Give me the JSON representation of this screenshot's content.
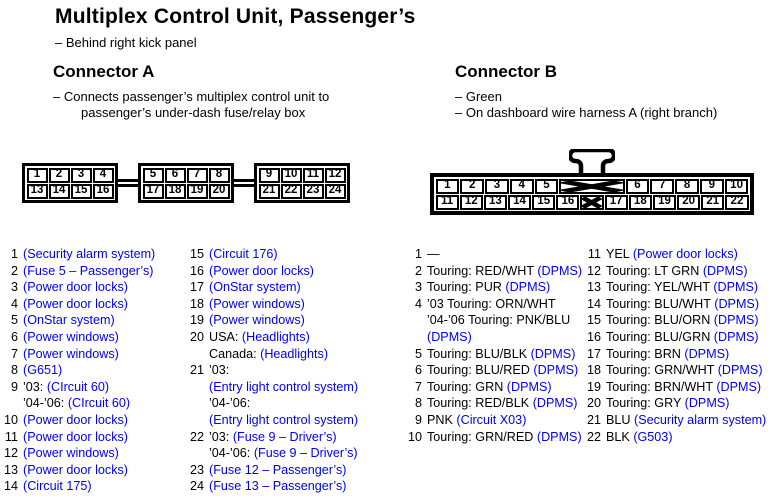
{
  "title": "Multiplex Control Unit, Passenger’s",
  "location_note": "– Behind right kick panel",
  "colors": {
    "link_blue": "#0000EE",
    "text": "#000000",
    "background": "#FFFFFF"
  },
  "connector_a": {
    "heading": "Connector A",
    "notes": [
      "– Connects passenger’s multiplex control unit to",
      "passenger’s under-dash fuse/relay box"
    ],
    "diagram": {
      "blocks": [
        {
          "top": [
            "1",
            "2",
            "3",
            "4"
          ],
          "bottom": [
            "13",
            "14",
            "15",
            "16"
          ]
        },
        {
          "top": [
            "5",
            "6",
            "7",
            "8"
          ],
          "bottom": [
            "17",
            "18",
            "19",
            "20"
          ]
        },
        {
          "top": [
            "9",
            "10",
            "11",
            "12"
          ],
          "bottom": [
            "21",
            "22",
            "23",
            "24"
          ]
        }
      ]
    },
    "pins_col1": [
      {
        "n": "1",
        "lines": [
          [
            {
              "t": "(Security alarm system)",
              "link": true
            }
          ]
        ]
      },
      {
        "n": "2",
        "lines": [
          [
            {
              "t": "(Fuse 5 – Passenger’s)",
              "link": true
            }
          ]
        ]
      },
      {
        "n": "3",
        "lines": [
          [
            {
              "t": "(Power door locks)",
              "link": true
            }
          ]
        ]
      },
      {
        "n": "4",
        "lines": [
          [
            {
              "t": "(Power door locks)",
              "link": true
            }
          ]
        ]
      },
      {
        "n": "5",
        "lines": [
          [
            {
              "t": "(OnStar system)",
              "link": true
            }
          ]
        ]
      },
      {
        "n": "6",
        "lines": [
          [
            {
              "t": "(Power windows)",
              "link": true
            }
          ]
        ]
      },
      {
        "n": "7",
        "lines": [
          [
            {
              "t": "(Power windows)",
              "link": true
            }
          ]
        ]
      },
      {
        "n": "8",
        "lines": [
          [
            {
              "t": "(G651)",
              "link": true
            }
          ]
        ]
      },
      {
        "n": "9",
        "lines": [
          [
            {
              "t": "’03: "
            },
            {
              "t": "(CIrcuit 60)",
              "link": true
            }
          ],
          [
            {
              "t": "’04-’06: "
            },
            {
              "t": "(CIrcuit 60)",
              "link": true
            }
          ]
        ]
      },
      {
        "n": "10",
        "lines": [
          [
            {
              "t": "(Power door locks)",
              "link": true
            }
          ]
        ]
      },
      {
        "n": "11",
        "lines": [
          [
            {
              "t": "(Power door locks)",
              "link": true
            }
          ]
        ]
      },
      {
        "n": "12",
        "lines": [
          [
            {
              "t": "(Power windows)",
              "link": true
            }
          ]
        ]
      },
      {
        "n": "13",
        "lines": [
          [
            {
              "t": "(Power door locks)",
              "link": true
            }
          ]
        ]
      },
      {
        "n": "14",
        "lines": [
          [
            {
              "t": "(Circuit 175)",
              "link": true
            }
          ]
        ]
      }
    ],
    "pins_col2": [
      {
        "n": "15",
        "lines": [
          [
            {
              "t": "(Circuit 176)",
              "link": true
            }
          ]
        ]
      },
      {
        "n": "16",
        "lines": [
          [
            {
              "t": "(Power door locks)",
              "link": true
            }
          ]
        ]
      },
      {
        "n": "17",
        "lines": [
          [
            {
              "t": "(OnStar system)",
              "link": true
            }
          ]
        ]
      },
      {
        "n": "18",
        "lines": [
          [
            {
              "t": "(Power windows)",
              "link": true
            }
          ]
        ]
      },
      {
        "n": "19",
        "lines": [
          [
            {
              "t": "(Power windows)",
              "link": true
            }
          ]
        ]
      },
      {
        "n": "20",
        "lines": [
          [
            {
              "t": "USA: "
            },
            {
              "t": "(Headlights)",
              "link": true
            }
          ],
          [
            {
              "t": "Canada: "
            },
            {
              "t": "(Headlights)",
              "link": true
            }
          ]
        ]
      },
      {
        "n": "21",
        "lines": [
          [
            {
              "t": "’03:"
            }
          ],
          [
            {
              "t": "(Entry light control system)",
              "link": true
            }
          ],
          [
            {
              "t": "’04-’06:"
            }
          ],
          [
            {
              "t": "(Entry light control system)",
              "link": true
            }
          ]
        ]
      },
      {
        "n": "22",
        "lines": [
          [
            {
              "t": "’03: "
            },
            {
              "t": "(Fuse 9 – Driver’s)",
              "link": true
            }
          ],
          [
            {
              "t": "’04-’06: "
            },
            {
              "t": "(Fuse 9 – Driver’s)",
              "link": true
            }
          ]
        ]
      },
      {
        "n": "23",
        "lines": [
          [
            {
              "t": "(Fuse 12 – Passenger’s)",
              "link": true
            }
          ]
        ]
      },
      {
        "n": "24",
        "lines": [
          [
            {
              "t": "(Fuse 13 – Passenger’s)",
              "link": true
            }
          ]
        ]
      }
    ]
  },
  "connector_b": {
    "heading": "Connector B",
    "notes": [
      "– Green",
      "– On dashboard wire harness A (right branch)"
    ],
    "diagram": {
      "top_left": [
        "1",
        "2",
        "3",
        "4",
        "5"
      ],
      "top_right": [
        "6",
        "7",
        "8",
        "9",
        "10"
      ],
      "bottom_left": [
        "11",
        "12",
        "13",
        "14",
        "15",
        "16"
      ],
      "bottom_right": [
        "17",
        "18",
        "19",
        "20",
        "21",
        "22"
      ]
    },
    "pins_col1": [
      {
        "n": "1",
        "lines": [
          [
            {
              "t": "—"
            }
          ]
        ]
      },
      {
        "n": "2",
        "lines": [
          [
            {
              "t": "Touring: RED/WHT "
            },
            {
              "t": "(DPMS)",
              "link": true
            }
          ]
        ]
      },
      {
        "n": "3",
        "lines": [
          [
            {
              "t": "Touring: PUR "
            },
            {
              "t": "(DPMS)",
              "link": true
            }
          ]
        ]
      },
      {
        "n": "4",
        "lines": [
          [
            {
              "t": "’03 Touring: ORN/WHT"
            }
          ],
          [
            {
              "t": "’04-’06 Touring: PNK/BLU"
            }
          ],
          [
            {
              "t": "(DPMS)",
              "link": true
            }
          ]
        ]
      },
      {
        "n": "5",
        "lines": [
          [
            {
              "t": "Touring: BLU/BLK "
            },
            {
              "t": "(DPMS)",
              "link": true
            }
          ]
        ]
      },
      {
        "n": "6",
        "lines": [
          [
            {
              "t": "Touring: BLU/RED "
            },
            {
              "t": "(DPMS)",
              "link": true
            }
          ]
        ]
      },
      {
        "n": "7",
        "lines": [
          [
            {
              "t": "Touring: GRN "
            },
            {
              "t": "(DPMS)",
              "link": true
            }
          ]
        ]
      },
      {
        "n": "8",
        "lines": [
          [
            {
              "t": "Touring: RED/BLK "
            },
            {
              "t": "(DPMS)",
              "link": true
            }
          ]
        ]
      },
      {
        "n": "9",
        "lines": [
          [
            {
              "t": "PNK "
            },
            {
              "t": "(Circuit X03)",
              "link": true
            }
          ]
        ]
      },
      {
        "n": "10",
        "lines": [
          [
            {
              "t": "Touring: GRN/RED "
            },
            {
              "t": "(DPMS)",
              "link": true
            }
          ]
        ]
      }
    ],
    "pins_col2": [
      {
        "n": "11",
        "lines": [
          [
            {
              "t": "YEL "
            },
            {
              "t": "(Power door locks)",
              "link": true
            }
          ]
        ]
      },
      {
        "n": "12",
        "lines": [
          [
            {
              "t": "Touring: LT GRN "
            },
            {
              "t": "(DPMS)",
              "link": true
            }
          ]
        ]
      },
      {
        "n": "13",
        "lines": [
          [
            {
              "t": "Touring: YEL/WHT "
            },
            {
              "t": "(DPMS)",
              "link": true
            }
          ]
        ]
      },
      {
        "n": "14",
        "lines": [
          [
            {
              "t": "Touring: BLU/WHT "
            },
            {
              "t": "(DPMS)",
              "link": true
            }
          ]
        ]
      },
      {
        "n": "15",
        "lines": [
          [
            {
              "t": "Touring: BLU/ORN "
            },
            {
              "t": "(DPMS)",
              "link": true
            }
          ]
        ]
      },
      {
        "n": "16",
        "lines": [
          [
            {
              "t": "Touring: BLU/GRN "
            },
            {
              "t": "(DPMS)",
              "link": true
            }
          ]
        ]
      },
      {
        "n": "17",
        "lines": [
          [
            {
              "t": "Touring: BRN "
            },
            {
              "t": "(DPMS)",
              "link": true
            }
          ]
        ]
      },
      {
        "n": "18",
        "lines": [
          [
            {
              "t": "Touring: GRN/WHT "
            },
            {
              "t": "(DPMS)",
              "link": true
            }
          ]
        ]
      },
      {
        "n": "19",
        "lines": [
          [
            {
              "t": "Touring: BRN/WHT "
            },
            {
              "t": "(DPMS)",
              "link": true
            }
          ]
        ]
      },
      {
        "n": "20",
        "lines": [
          [
            {
              "t": "Touring: GRY "
            },
            {
              "t": "(DPMS)",
              "link": true
            }
          ]
        ]
      },
      {
        "n": "21",
        "lines": [
          [
            {
              "t": "BLU "
            },
            {
              "t": "(Security alarm system)",
              "link": true
            }
          ]
        ]
      },
      {
        "n": "22",
        "lines": [
          [
            {
              "t": "BLK "
            },
            {
              "t": "(G503)",
              "link": true
            }
          ]
        ]
      }
    ]
  }
}
